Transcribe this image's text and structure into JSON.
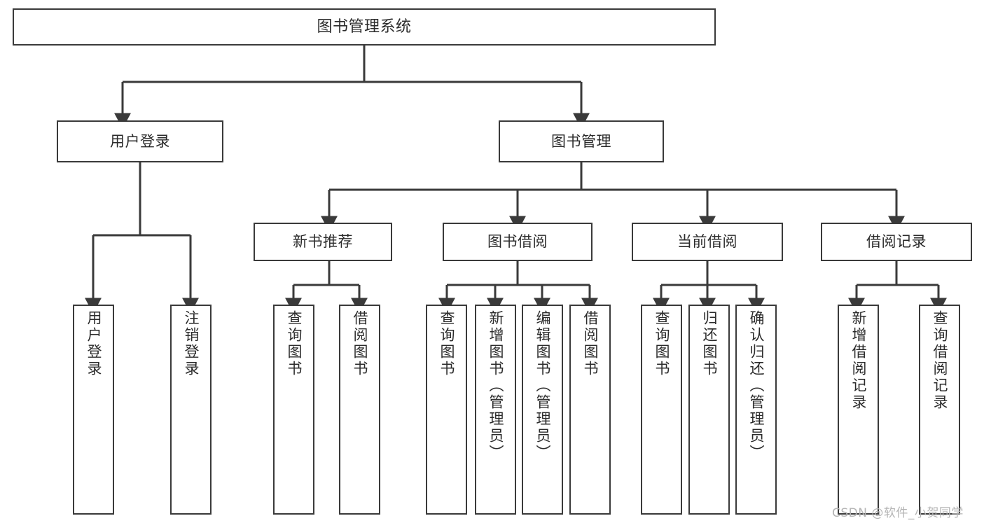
{
  "diagram": {
    "title": "图书管理系统",
    "type": "hierarchy-tree",
    "edge_color": "#3a3a3a",
    "box_border_color": "#3a3a3a",
    "text_color": "#2b2b2b",
    "background": "#ffffff"
  },
  "root": {
    "label": "图书管理系统"
  },
  "level1": [
    {
      "label": "用户登录"
    },
    {
      "label": "图书管理"
    }
  ],
  "level2": [
    {
      "label": "新书推荐"
    },
    {
      "label": "图书借阅"
    },
    {
      "label": "当前借阅"
    },
    {
      "label": "借阅记录"
    }
  ],
  "leaves": {
    "user_login": [
      {
        "label": "用户登录"
      },
      {
        "label": "注销登录"
      }
    ],
    "new_book_recommend": [
      {
        "label": "查询图书"
      },
      {
        "label": "借阅图书"
      }
    ],
    "book_borrow": [
      {
        "label": "查询图书"
      },
      {
        "label": "新增图书（管理员）"
      },
      {
        "label": "编辑图书（管理员）"
      },
      {
        "label": "借阅图书"
      }
    ],
    "current_borrow": [
      {
        "label": "查询图书"
      },
      {
        "label": "归还图书"
      },
      {
        "label": "确认归还（管理员）"
      }
    ],
    "borrow_record": [
      {
        "label": "新增借阅记录"
      },
      {
        "label": "查询借阅记录"
      }
    ]
  },
  "watermark": {
    "text": "CSDN @软件_小贺同学"
  }
}
